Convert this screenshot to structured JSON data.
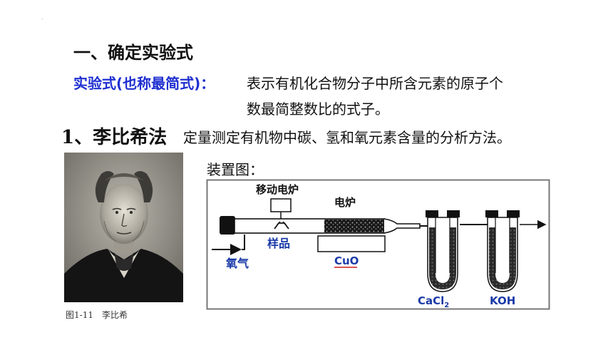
{
  "slide": {
    "dot": ".",
    "heading": "一、确定实验式",
    "definition": {
      "term": "实验式(也称最简式)：",
      "text_line1": "表示有机化合物分子中所含元素的原子个",
      "text_line2": "数最简整数比的式子。"
    },
    "method": {
      "label": "1、李比希法",
      "description": "定量测定有机物中碳、氢和氧元素含量的分析方法。"
    },
    "portrait": {
      "caption": "图1-11　李比希"
    },
    "apparatus": {
      "title": "装置图：",
      "labels": {
        "movable_furnace": "移动电炉",
        "furnace": "电炉",
        "sample": "样品",
        "oxygen": "氧气",
        "cuo": "CuO",
        "cacl2_main": "CaCl",
        "cacl2_sub": "2",
        "koh": "KOH"
      }
    },
    "colors": {
      "term_blue": "#1f2fd1",
      "label_blue": "#1a3aa8",
      "cuo_underline": "#d11a1a"
    }
  }
}
